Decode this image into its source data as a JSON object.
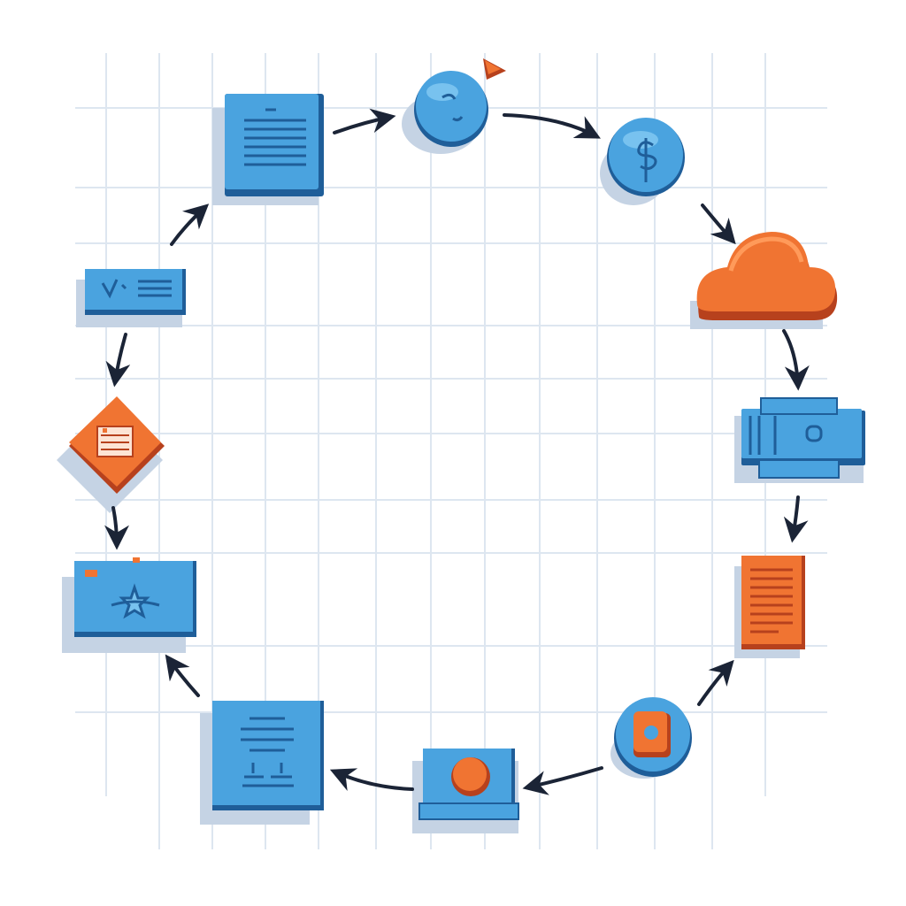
{
  "diagram": {
    "type": "cycle-flow",
    "node_count": 12,
    "edge_count": 12,
    "arrow_direction": "clockwise",
    "nodes": [
      {
        "id": "document-top",
        "shape": "rounded-square",
        "icon": "document-icon",
        "color": "blue"
      },
      {
        "id": "circle-top",
        "shape": "circle",
        "icon": "user-circle-icon",
        "color": "blue",
        "badge": "orange-triangle"
      },
      {
        "id": "circle-dollar",
        "shape": "circle",
        "icon": "dollar-coin-icon",
        "color": "blue"
      },
      {
        "id": "cloud",
        "shape": "cloud",
        "icon": "cloud-icon",
        "color": "orange"
      },
      {
        "id": "server",
        "shape": "block",
        "icon": "server-box-icon",
        "color": "blue"
      },
      {
        "id": "orange-document",
        "shape": "rectangle",
        "icon": "orange-document-icon",
        "color": "orange"
      },
      {
        "id": "circle-lock",
        "shape": "circle",
        "icon": "lock-circle-icon",
        "color": "blue"
      },
      {
        "id": "device",
        "shape": "rectangle",
        "icon": "device-orange-button-icon",
        "color": "blue"
      },
      {
        "id": "document-people",
        "shape": "rounded-square",
        "icon": "document-people-icon",
        "color": "blue"
      },
      {
        "id": "toolbox",
        "shape": "rectangle",
        "icon": "toolbox-icon",
        "color": "blue"
      },
      {
        "id": "diamond",
        "shape": "diamond",
        "icon": "decision-diamond-icon",
        "color": "orange"
      },
      {
        "id": "tag",
        "shape": "rectangle",
        "icon": "check-tag-icon",
        "color": "blue"
      }
    ],
    "edges": [
      [
        "document-top",
        "circle-top"
      ],
      [
        "circle-top",
        "circle-dollar"
      ],
      [
        "circle-dollar",
        "cloud"
      ],
      [
        "cloud",
        "server"
      ],
      [
        "server",
        "orange-document"
      ],
      [
        "orange-document",
        "circle-lock"
      ],
      [
        "circle-lock",
        "device"
      ],
      [
        "device",
        "document-people"
      ],
      [
        "document-people",
        "toolbox"
      ],
      [
        "toolbox",
        "diamond"
      ],
      [
        "diamond",
        "tag"
      ],
      [
        "tag",
        "document-top"
      ]
    ],
    "colors": {
      "background": "#ffffff",
      "grid": "#dde6f0",
      "blue": "#4aa3df",
      "blue_light": "#78c2ef",
      "blue_dark": "#1f5e99",
      "orange": "#f07432",
      "orange_light": "#ff9a5a",
      "orange_dark": "#b7411d",
      "arrow": "#1b2436",
      "shadow": "#c5d3e4",
      "line": "#e9f2fb"
    }
  }
}
